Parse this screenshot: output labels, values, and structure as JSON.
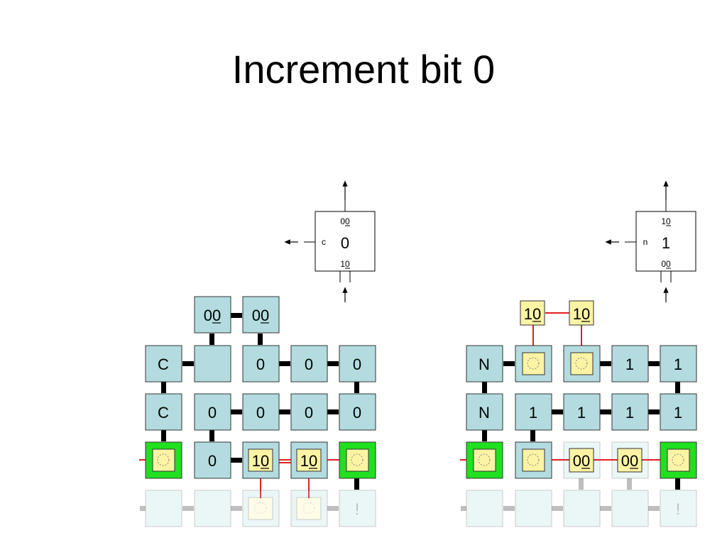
{
  "title": "Increment bit 0",
  "legend_left": {
    "center": "0",
    "top": "00",
    "bottom": "10",
    "side": "c"
  },
  "legend_right": {
    "center": "1",
    "top": "10",
    "bottom": "00",
    "side": "n"
  },
  "left_grid": {
    "top_row": [
      "00",
      "00"
    ],
    "row1": [
      "C",
      "",
      "0",
      "0",
      "0"
    ],
    "row2": [
      "C",
      "0",
      "0",
      "0",
      "0"
    ],
    "row3": [
      "",
      "0",
      "10",
      "10",
      ""
    ],
    "row4_faded": [
      "",
      "",
      "",
      "",
      "!"
    ]
  },
  "right_grid": {
    "top_row": [
      "10",
      "10"
    ],
    "row1": [
      "N",
      "",
      "",
      "1",
      "1"
    ],
    "row2": [
      "N",
      "1",
      "1",
      "1",
      "1"
    ],
    "row3": [
      "",
      "",
      "00",
      "00",
      ""
    ],
    "row4_faded": [
      "",
      "",
      "",
      "",
      "!"
    ]
  },
  "colors": {
    "tile": "#b4dce0",
    "tile_yellow": "#fcf4a4",
    "tile_green": "#20e020",
    "wire": "#e02020",
    "bond": "#000000"
  }
}
